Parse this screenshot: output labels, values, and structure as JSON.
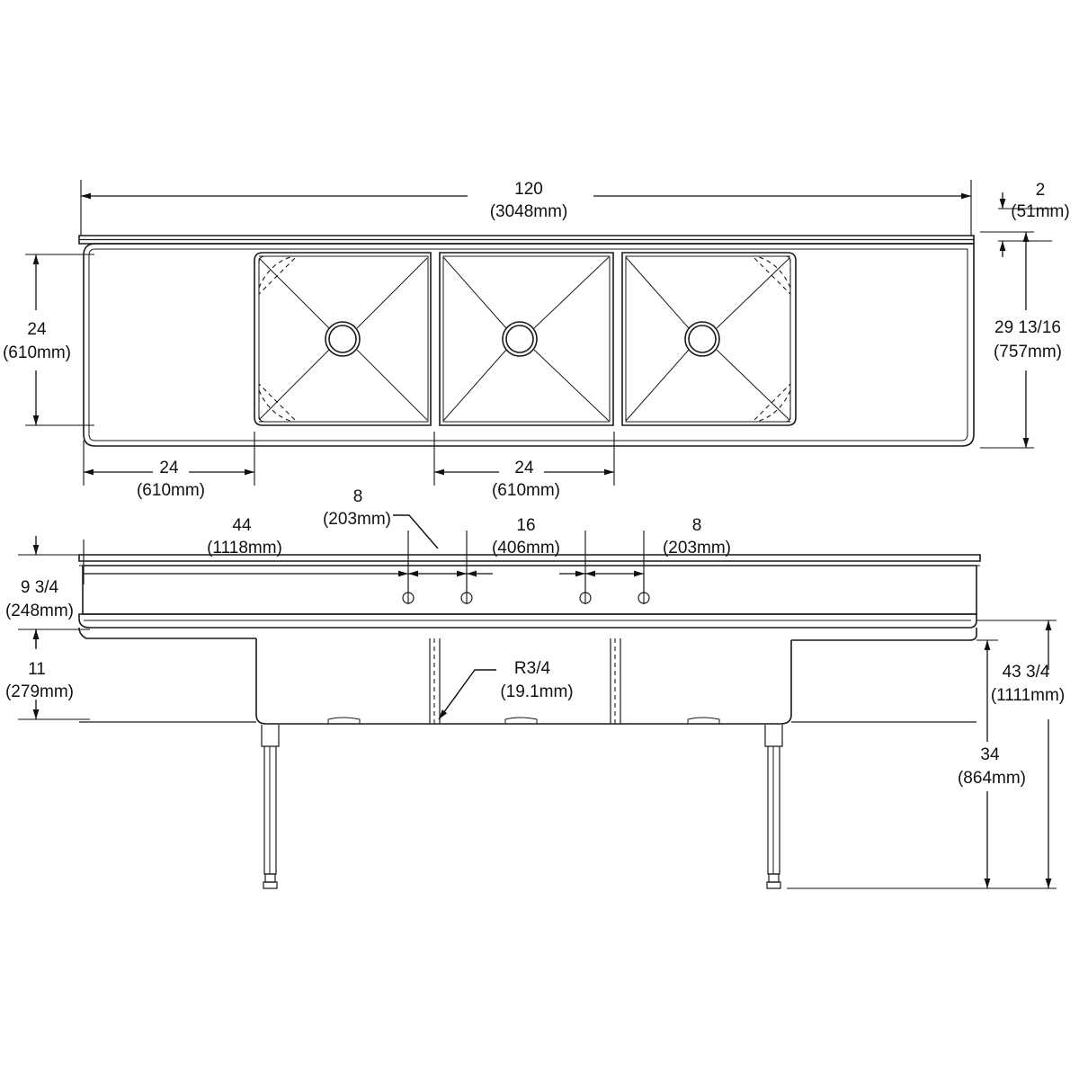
{
  "drawing": {
    "title": "Three Compartment Sink Dimensional Drawing",
    "line_color": "#1a1a1a",
    "text_color": "#111111",
    "background": "#ffffff"
  },
  "top_view": {
    "name": "top-view",
    "overall_length": {
      "imperial": "120",
      "metric": "(3048mm)"
    },
    "front_to_back": {
      "imperial": "24",
      "metric": "(610mm)"
    },
    "backsplash_depth": {
      "imperial": "2",
      "metric": "(51mm)"
    },
    "overall_depth": {
      "imperial": "29 13/16",
      "metric": "(757mm)"
    },
    "left_drainboard": {
      "imperial": "24",
      "metric": "(610mm)"
    },
    "bowl_width": {
      "imperial": "24",
      "metric": "(610mm)"
    },
    "bowls": [
      {
        "label": "bowl-1",
        "drain": "drain-1"
      },
      {
        "label": "bowl-2",
        "drain": "drain-2"
      },
      {
        "label": "bowl-3",
        "drain": "drain-3"
      }
    ]
  },
  "front_view": {
    "name": "front-view",
    "faucet_offset": {
      "imperial": "44",
      "metric": "(1118mm)"
    },
    "faucet_gap_left": {
      "imperial": "8",
      "metric": "(203mm)"
    },
    "faucet_center_spacing": {
      "imperial": "16",
      "metric": "(406mm)"
    },
    "faucet_gap_right": {
      "imperial": "8",
      "metric": "(203mm)"
    },
    "backsplash_height": {
      "imperial": "9 3/4",
      "metric": "(248mm)"
    },
    "bowl_depth": {
      "imperial": "11",
      "metric": "(279mm)"
    },
    "overall_height": {
      "imperial": "43 3/4",
      "metric": "(1111mm)"
    },
    "work_surface_height": {
      "imperial": "34",
      "metric": "(864mm)"
    },
    "corner_radius": {
      "imperial": "R3/4",
      "metric": "(19.1mm)"
    },
    "faucet_holes": 4
  }
}
